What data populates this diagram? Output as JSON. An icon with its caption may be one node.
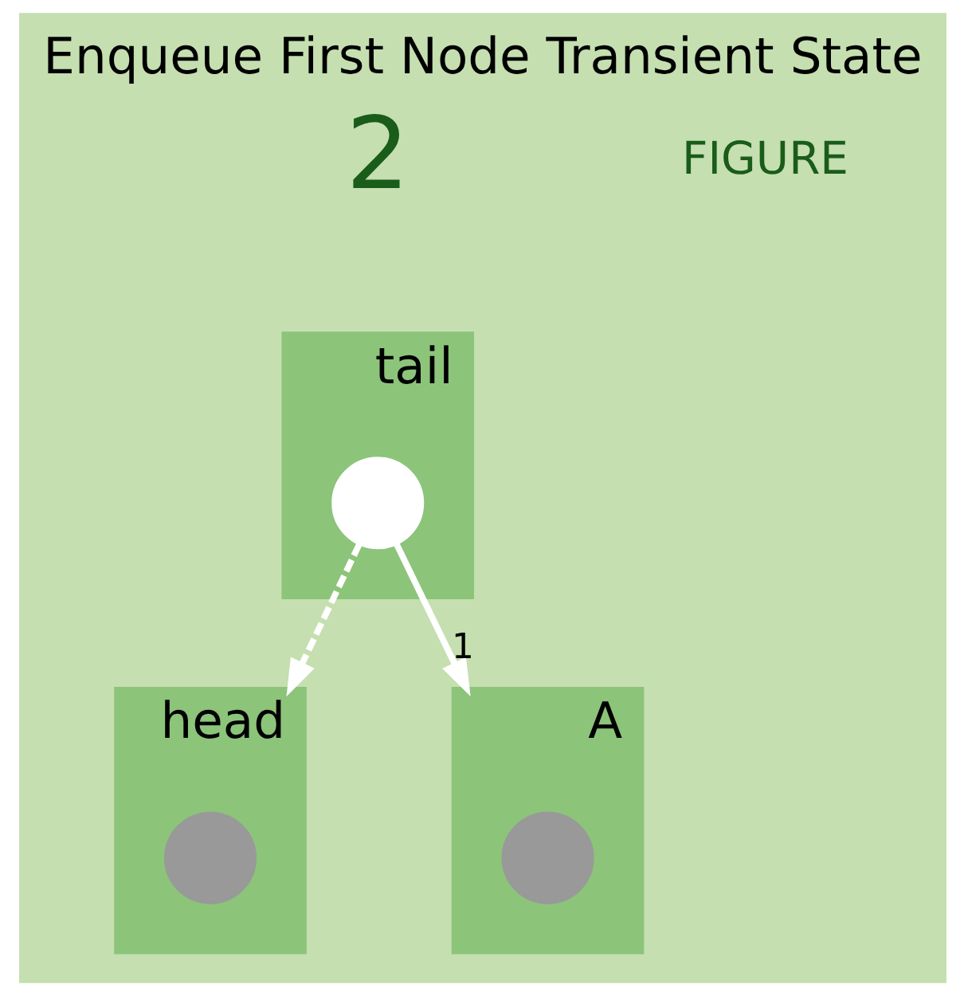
{
  "diagram": {
    "title": "Enqueue First Node Transient State",
    "nodes": [
      {
        "text": [
          "tail"
        ]
      },
      {
        "text": [],
        "shape": "circle",
        "in": 0
      },
      {
        "text": [
          "head"
        ]
      },
      {
        "text": [],
        "shape": "circle",
        "in": 2
      },
      {
        "text": [
          "A"
        ]
      },
      {
        "text": [],
        "shape": "circle",
        "in": 4
      }
    ],
    "edges": [
      {
        "from": 1,
        "to": 2,
        "arrow": "to",
        "style": "dashed"
      },
      {
        "from": 1,
        "to": 4,
        "arrow": "to",
        "label": "1"
      }
    ],
    "labels": [
      "FIGURE",
      "2"
    ]
  }
}
